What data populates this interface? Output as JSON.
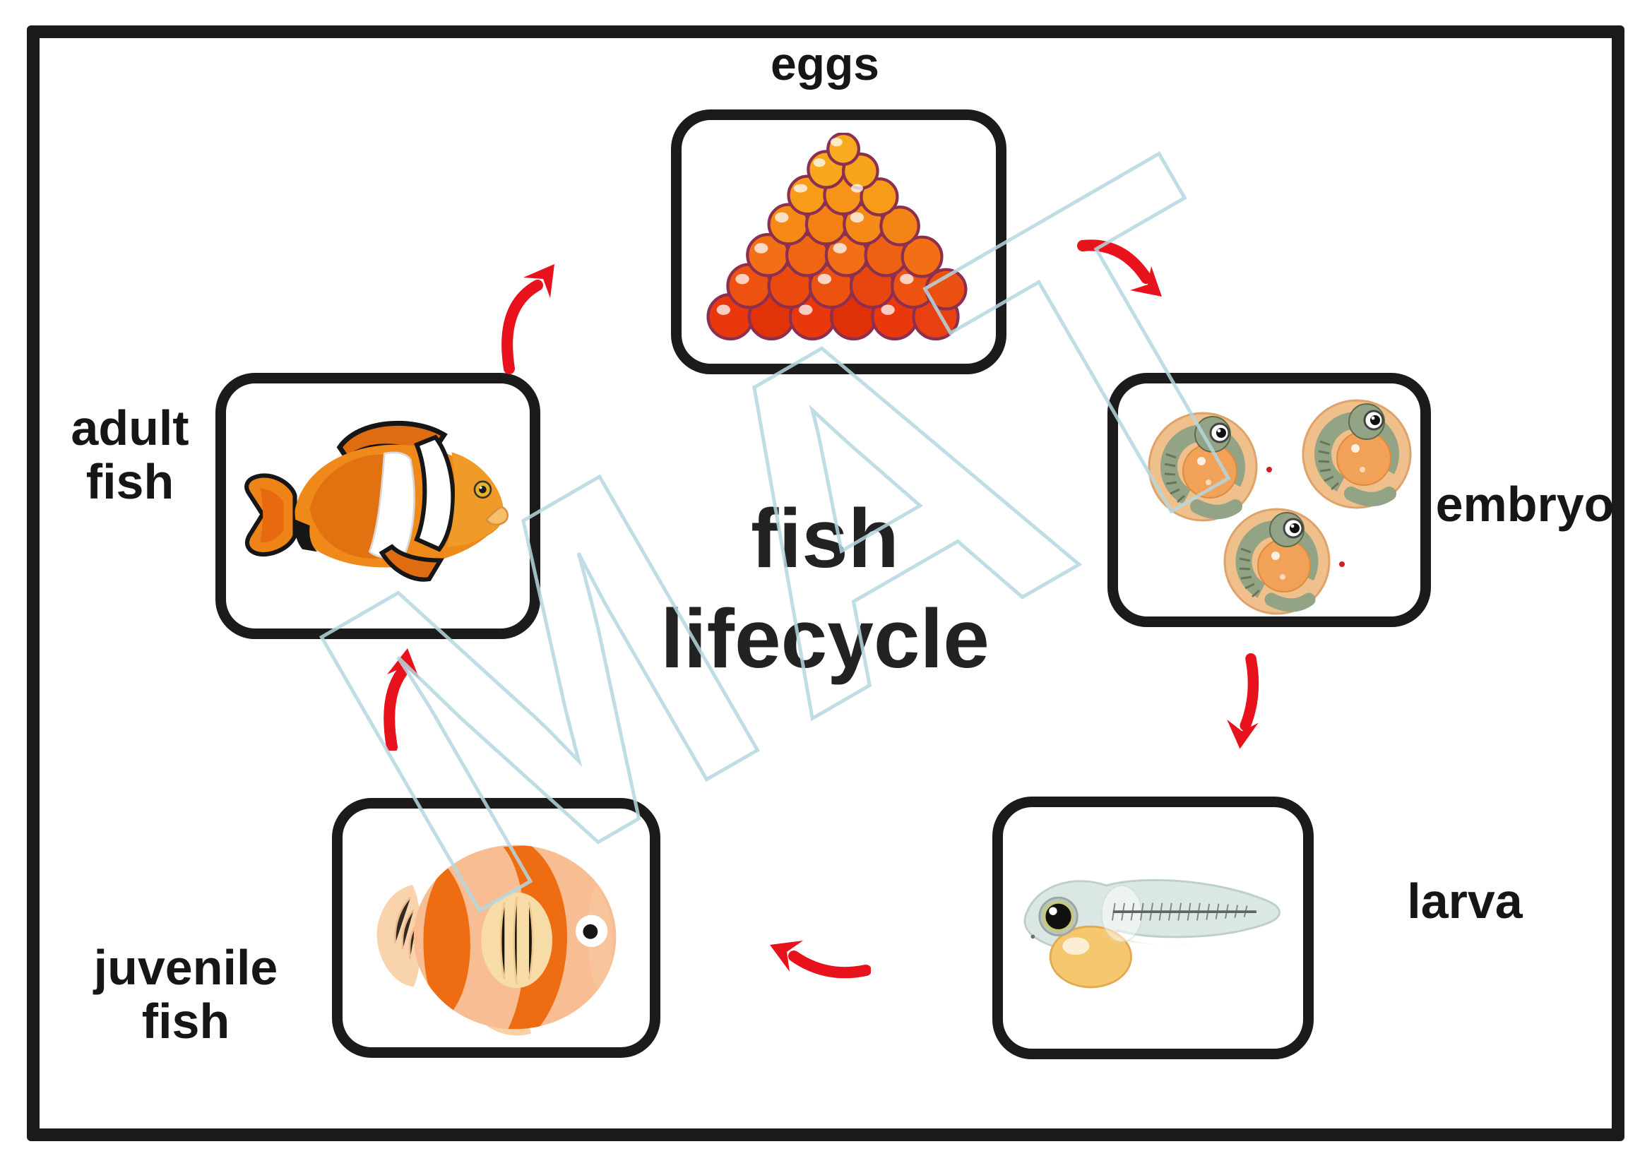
{
  "title": {
    "line1": "fish",
    "line2": "lifecycle"
  },
  "stages": {
    "eggs": {
      "label": "eggs"
    },
    "embryo": {
      "label": "embryo"
    },
    "larva": {
      "label": "larva"
    },
    "juvenile": {
      "label_line1": "juvenile",
      "label_line2": "fish"
    },
    "adult": {
      "label_line1": "adult",
      "label_line2": "fish"
    }
  },
  "watermark": {
    "text": "MAT"
  },
  "palette": {
    "frame_black": "#1b1b1b",
    "arrow_red": "#e8121c",
    "watermark_blue": "#b5d8e0",
    "egg_orange": "#f59a1a",
    "egg_red": "#e8380c",
    "egg_outline": "#8d3050",
    "clownfish_orange": "#ef8a1a",
    "clownfish_dark_orange": "#e06c12",
    "embryo_shell": "#efc08c",
    "embryo_body_green": "#93a385",
    "yolk_orange": "#f2a158",
    "larva_body": "#dce8e5",
    "larva_yolk": "#f5c76e",
    "juvenile_body": "#f8bd92",
    "juvenile_stripe": "#ee6c12",
    "juvenile_fin": "#f8dca8"
  },
  "icons": {
    "arrows": [
      "arrow-adult-to-eggs",
      "arrow-eggs-to-embryo",
      "arrow-embryo-to-larva",
      "arrow-larva-to-juvenile",
      "arrow-juvenile-to-adult"
    ],
    "illustrations": [
      "eggs-illustration",
      "embryo-illustration",
      "larva-illustration",
      "juvenile-fish-illustration",
      "adult-fish-illustration"
    ]
  }
}
